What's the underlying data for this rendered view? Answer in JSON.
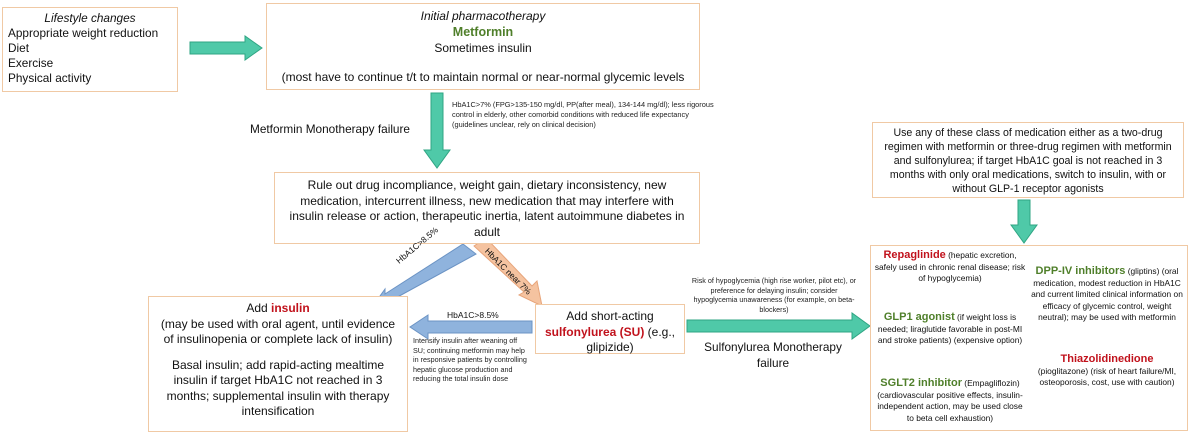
{
  "lifestyle": {
    "title": "Lifestyle changes",
    "items": [
      "Appropriate weight reduction",
      "Diet",
      "Exercise",
      "Physical activity"
    ]
  },
  "initial": {
    "title": "Initial pharmacotherapy",
    "drug": "Metformin",
    "line2": "Sometimes insulin",
    "note": "(most have to continue t/t to maintain normal or near-normal glycemic levels"
  },
  "failure": {
    "label": "Metformin Monotherapy failure",
    "note": "HbA1C>7% (FPG>135-150 mg/dl, PP(after meal), 134-144 mg/dl); less rigorous control in elderly, other comorbid conditions with reduced life expectancy (guidelines unclear, rely on clinical decision)"
  },
  "ruleout": {
    "text": "Rule out drug incompliance, weight gain, dietary inconsistency, new medication, intercurrent illness, new medication that may interfere with insulin release or action, therapeutic inertia, latent autoimmune diabetes in adult"
  },
  "branches": {
    "left": "HbA1C>8.5%",
    "right": "HbA1C near 7%",
    "mid": "HbA1C>8.5%"
  },
  "insulin": {
    "prefix": "Add ",
    "drug": "insulin",
    "line1": "(may be used with oral agent, until evidence of insulinopenia or complete lack of insulin)",
    "line2": "Basal insulin; add rapid-acting mealtime insulin if target HbA1C not reached in 3 months; supplemental insulin with therapy intensification"
  },
  "su": {
    "prefix": "Add short-acting",
    "drug": "sulfonylurea (SU)",
    "suffix": " (e.g., glipizide)"
  },
  "intensify": {
    "note": "Intensify insulin after weaning off SU; continuing metformin may help in responsive patients by controlling hepatic glucose production and reducing the total insulin dose"
  },
  "hypo": {
    "note": "Risk of hypoglycemia (high rise worker, pilot etc), or preference for delaying insulin; consider hypoglycemia unawareness (for example, on beta-blockers)",
    "label": "Sulfonylurea Monotherapy failure"
  },
  "options": {
    "text": "Use any of these class of medication either as a two-drug regimen with metformin or three-drug regimen with metformin and sulfonylurea; if target HbA1C goal is not reached in 3 months with only oral medications, switch to insulin, with or without GLP-1 receptor agonists"
  },
  "drugs": {
    "repaglinide": {
      "name": "Repaglinide",
      "desc": " (hepatic excretion, safely used in chronic renal disease; risk of hypoglycemia)"
    },
    "glp1": {
      "name": "GLP1 agonist",
      "desc": " (if weight loss is needed; liraglutide favorable in post-MI and stroke patients) (expensive option)"
    },
    "sglt2": {
      "name": "SGLT2 inhibitor",
      "desc": " (Empagliflozin) (cardiovascular positive effects, insulin-independent action, may be used close to beta cell exhaustion)"
    },
    "dpp4": {
      "name": "DPP-IV inhibitors",
      "desc": " (gliptins) (oral medication, modest reduction in HbA1C and current limited clinical information on efficacy of glycemic control, weight neutral); may be used with metformin"
    },
    "tzd": {
      "name": "Thiazolidinedione",
      "desc": "(pioglitazone) (risk of heart failure/MI, osteoporosis, cost, use with caution)"
    }
  },
  "colors": {
    "box_border": "#f0c9a4",
    "teal_arrow": "#4fc9a8",
    "blue_arrow": "#8fb3dd",
    "peach_arrow": "#f5c3a0",
    "green_text": "#4f7f2a",
    "red_text": "#c1121c"
  }
}
